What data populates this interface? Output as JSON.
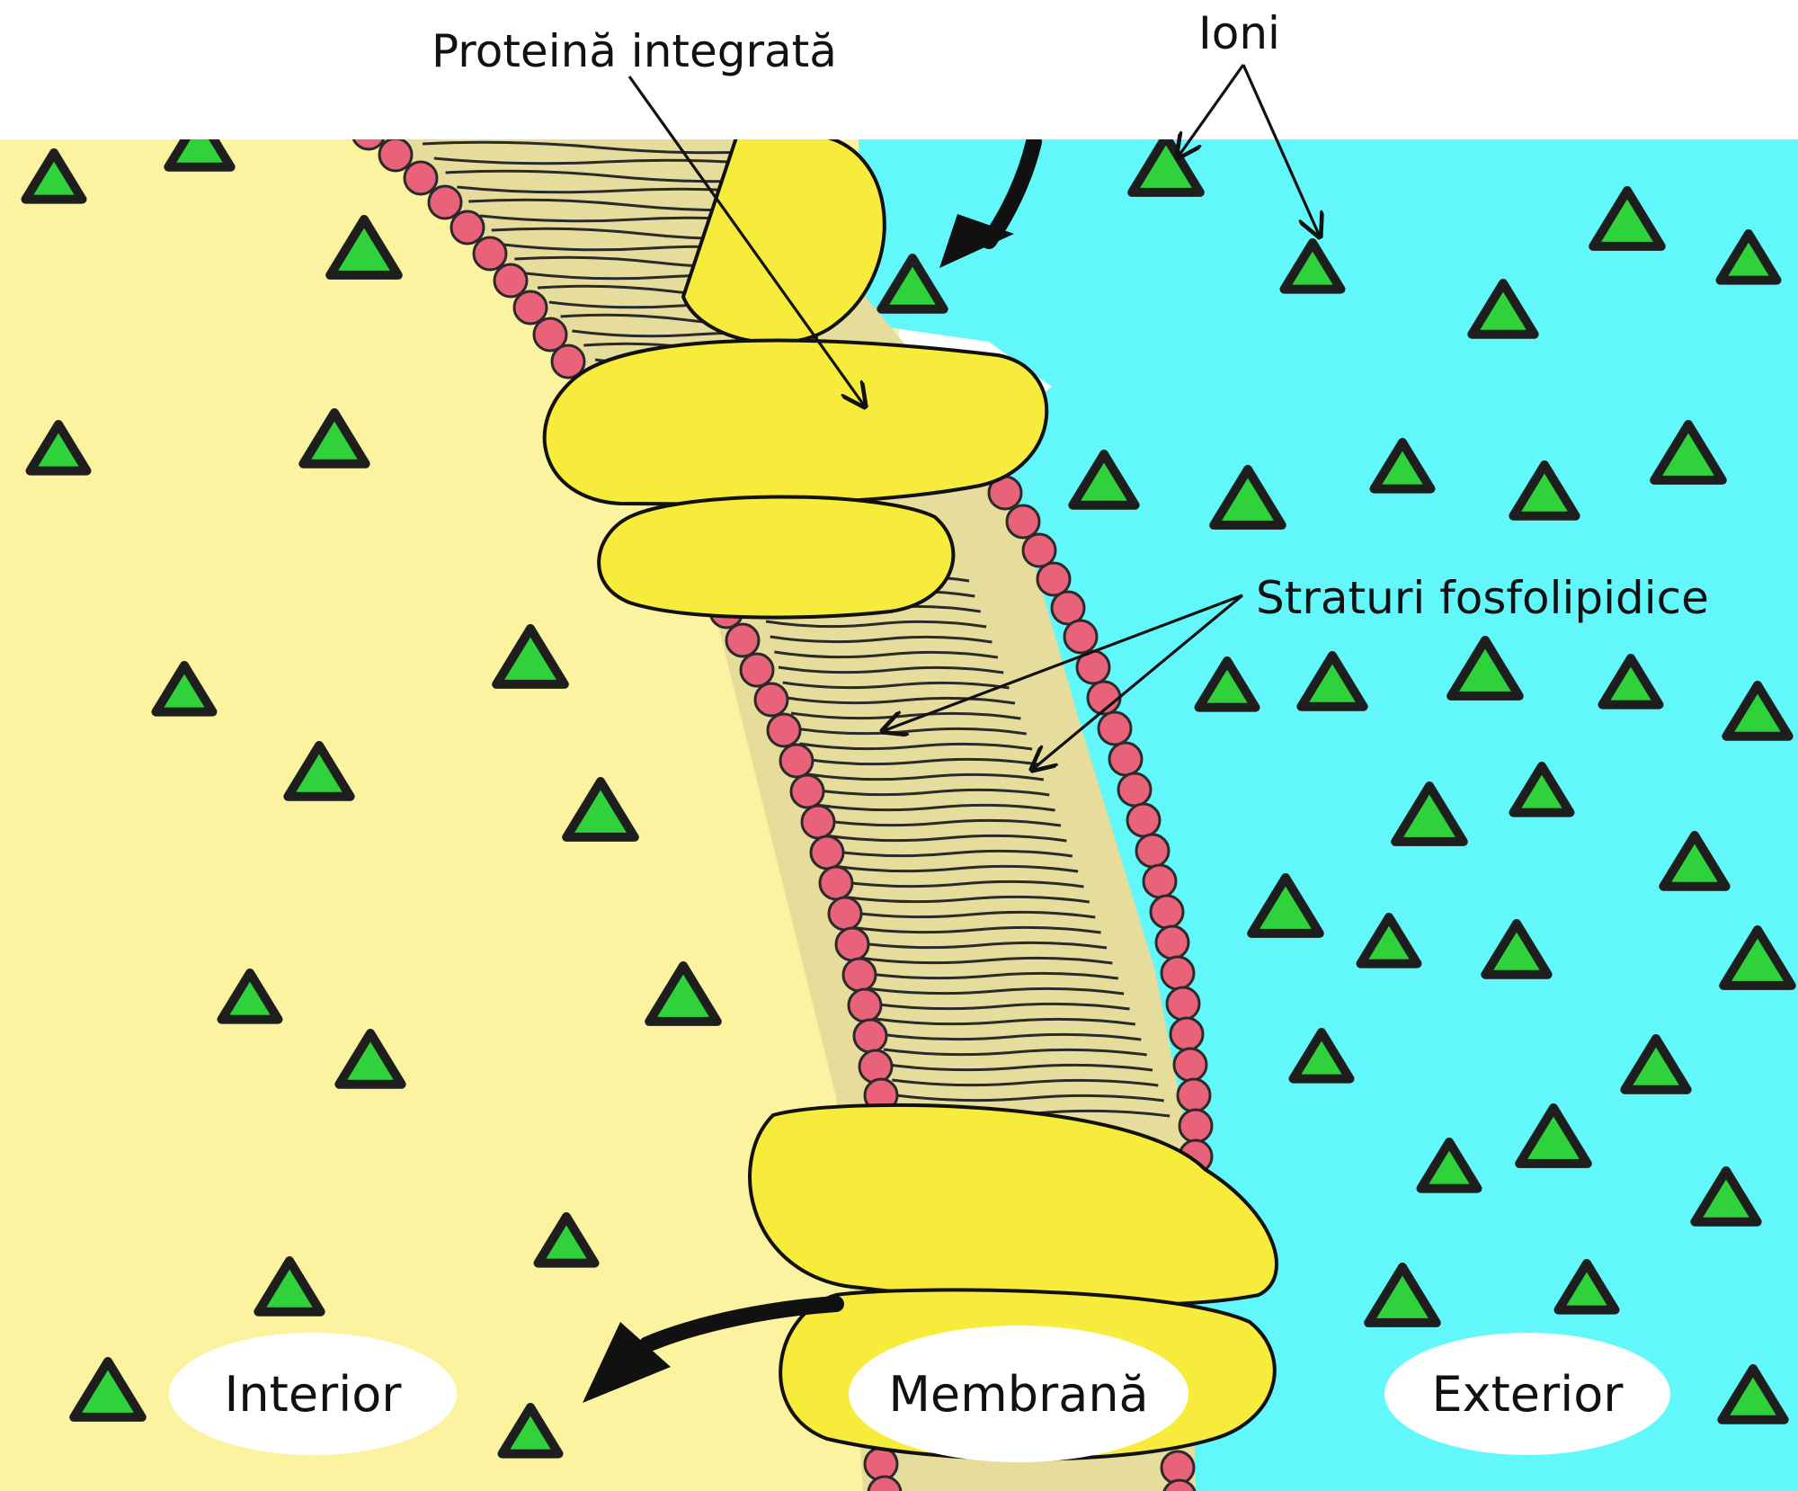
{
  "labels": {
    "integrated_protein": "Proteină integrată",
    "ions": "Ioni",
    "phospholipid_layers": "Straturi fosfolipidice",
    "interior": "Interior",
    "membrane": "Membrană",
    "exterior": "Exterior"
  },
  "colors": {
    "interior_bg": "#fbf3a0",
    "exterior_bg": "#62f7fb",
    "protein": "#f7ec3c",
    "phosphate_head": "#e8627a",
    "lipid_tail": "#e6dc9c",
    "ion_fill": "#2fd23a",
    "ion_outline": "#1e1e1e"
  },
  "icons": {
    "ion": "triangle-ion-icon",
    "flow_arrow": "curved-arrow-icon"
  }
}
